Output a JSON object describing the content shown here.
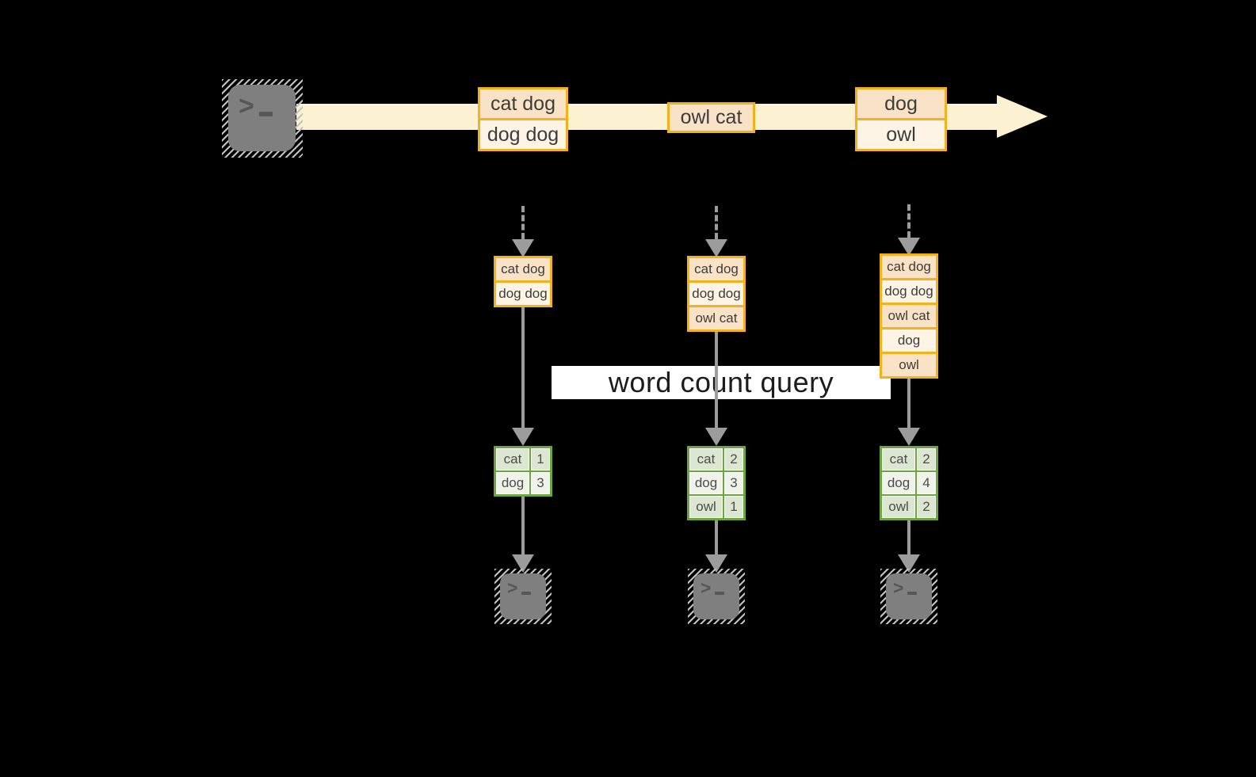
{
  "title": {
    "label": "word count query"
  },
  "stream": {
    "batches": [
      {
        "cells": [
          "cat dog",
          "dog dog"
        ]
      },
      {
        "cells": [
          "owl cat"
        ]
      },
      {
        "cells": [
          "dog",
          "owl"
        ]
      }
    ]
  },
  "states": [
    {
      "cells": [
        "cat dog",
        "dog dog"
      ]
    },
    {
      "cells": [
        "cat dog",
        "dog dog",
        "owl cat"
      ]
    },
    {
      "cells": [
        "cat dog",
        "dog dog",
        "owl cat",
        "dog",
        "owl"
      ]
    }
  ],
  "counts": [
    {
      "rows": [
        {
          "word": "cat",
          "count": "1"
        },
        {
          "word": "dog",
          "count": "3"
        }
      ]
    },
    {
      "rows": [
        {
          "word": "cat",
          "count": "2"
        },
        {
          "word": "dog",
          "count": "3"
        },
        {
          "word": "owl",
          "count": "1"
        }
      ]
    },
    {
      "rows": [
        {
          "word": "cat",
          "count": "2"
        },
        {
          "word": "dog",
          "count": "4"
        },
        {
          "word": "owl",
          "count": "2"
        }
      ]
    }
  ],
  "icons": {
    "source": "terminal-icon",
    "sink": "terminal-icon",
    "stream": "right-arrow",
    "flow": "down-arrow",
    "prompt_glyph": ">"
  },
  "colors": {
    "background": "#000000",
    "stream_band": "#fcf2d2",
    "record_border": "#f1b21b",
    "record_fill_dark": "#f9e2c5",
    "record_fill_light": "#fdf4e6",
    "table_border": "#6aa73c",
    "table_fill_dark": "#dce7d1",
    "table_fill_light": "#eff3ea",
    "arrow_gray": "#9c9c9c",
    "terminal_gray": "#7f7f7f",
    "query_band": "#ffffff"
  }
}
